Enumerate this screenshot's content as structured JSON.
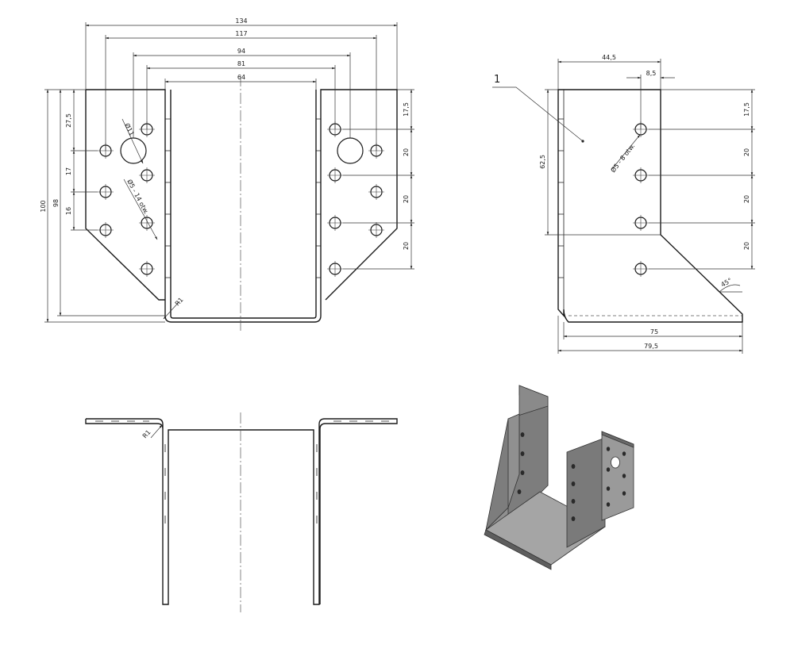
{
  "front_view": {
    "dim_134": "134",
    "dim_117": "117",
    "dim_94": "94",
    "dim_81": "81",
    "dim_64": "64",
    "dim_100": "100",
    "dim_98": "98",
    "dim_27_5": "27,5",
    "dim_17": "17",
    "dim_16": "16",
    "dim_17_5": "17,5",
    "dim_20_a": "20",
    "dim_20_b": "20",
    "dim_20_c": "20",
    "large_hole_label": "Ø11",
    "small_hole_label": "Ø5 - 14 otw.",
    "bend_radius": "R1"
  },
  "side_view": {
    "part_number": "1",
    "dim_44_5": "44,5",
    "dim_8_5": "8,5",
    "dim_62_5": "62,5",
    "dim_17_5": "17,5",
    "dim_20_a": "20",
    "dim_20_b": "20",
    "dim_20_c": "20",
    "hole_label": "Ø5 - 8 otw.",
    "angle": "45°",
    "dim_75": "75",
    "dim_79_5": "79,5"
  },
  "top_view": {
    "bend_radius": "R1"
  },
  "iso_view": {
    "material_color": "#8a8a8a"
  }
}
